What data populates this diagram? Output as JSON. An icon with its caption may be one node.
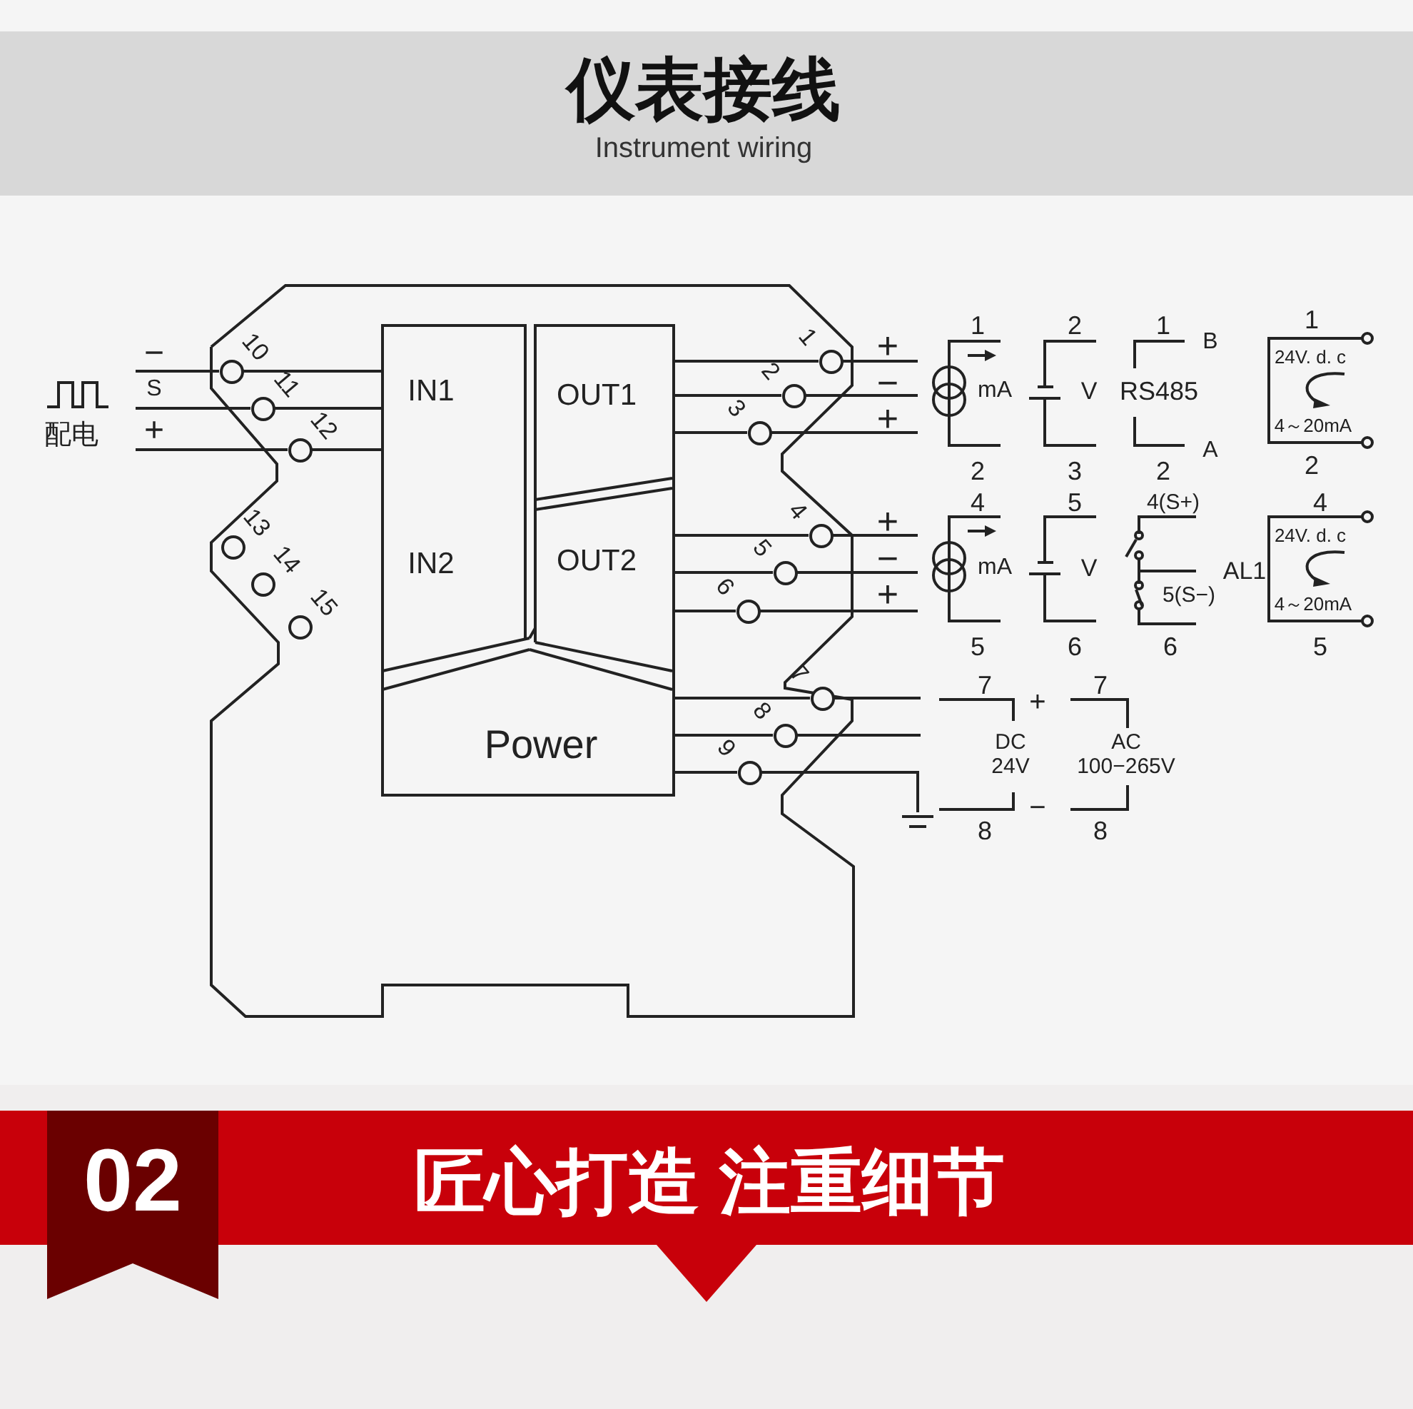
{
  "diagram": {
    "title": "仪表接线",
    "nodes": [
      {
        "text": [
          "IN1"
        ]
      },
      {
        "text": [
          "OUT1"
        ]
      },
      {
        "text": [
          "IN2"
        ]
      },
      {
        "text": [
          "OUT2"
        ]
      },
      {
        "text": [
          "Power"
        ]
      },
      {
        "text": [],
        "shape": "circle",
        "beside": [
          "1"
        ]
      },
      {
        "text": [],
        "shape": "circle",
        "beside": [
          "2"
        ]
      },
      {
        "text": [],
        "shape": "circle",
        "beside": [
          "3"
        ]
      },
      {
        "text": [],
        "shape": "circle",
        "beside": [
          "4"
        ]
      },
      {
        "text": [],
        "shape": "circle",
        "beside": [
          "5"
        ]
      },
      {
        "text": [],
        "shape": "circle",
        "beside": [
          "6"
        ]
      },
      {
        "text": [],
        "shape": "circle",
        "beside": [
          "7"
        ]
      },
      {
        "text": [],
        "shape": "circle",
        "beside": [
          "8"
        ]
      },
      {
        "text": [],
        "shape": "circle",
        "beside": [
          "9"
        ]
      },
      {
        "text": [],
        "shape": "circle",
        "beside": [
          "10"
        ]
      },
      {
        "text": [],
        "shape": "circle",
        "beside": [
          "11"
        ]
      },
      {
        "text": [],
        "shape": "circle",
        "beside": [
          "12"
        ]
      },
      {
        "text": [],
        "shape": "circle",
        "beside": [
          "13"
        ]
      },
      {
        "text": [],
        "shape": "circle",
        "beside": [
          "14"
        ]
      },
      {
        "text": [],
        "shape": "circle",
        "beside": [
          "15"
        ]
      },
      {
        "text": [],
        "shape": "ground"
      },
      {
        "text": [
          "−"
        ]
      },
      {
        "text": [
          "S"
        ]
      },
      {
        "text": [
          "+"
        ]
      },
      {
        "text": [
          "+"
        ]
      },
      {
        "text": [
          "−"
        ]
      },
      {
        "text": [
          "+"
        ]
      },
      {
        "text": [
          "+"
        ]
      },
      {
        "text": [
          "−"
        ]
      },
      {
        "text": [
          "+"
        ]
      }
    ],
    "edges": [
      {
        "from": 0,
        "to": 14,
        "arrow": "none"
      },
      {
        "from": 0,
        "to": 15,
        "arrow": "none"
      },
      {
        "from": 0,
        "to": 16,
        "arrow": "none"
      },
      {
        "from": 1,
        "to": 5,
        "arrow": "none"
      },
      {
        "from": 1,
        "to": 6,
        "arrow": "none"
      },
      {
        "from": 1,
        "to": 7,
        "arrow": "none"
      },
      {
        "from": 3,
        "to": 8,
        "arrow": "none"
      },
      {
        "from": 3,
        "to": 9,
        "arrow": "none"
      },
      {
        "from": 3,
        "to": 10,
        "arrow": "none"
      },
      {
        "from": 4,
        "to": 11,
        "arrow": "none"
      },
      {
        "from": 4,
        "to": 12,
        "arrow": "none"
      },
      {
        "from": 4,
        "to": 13,
        "arrow": "none"
      },
      {
        "from": 13,
        "to": 20,
        "arrow": "none"
      },
      {
        "from": 21,
        "to": 14,
        "arrow": "none"
      },
      {
        "from": 22,
        "to": 15,
        "arrow": "none"
      },
      {
        "from": 23,
        "to": 16,
        "arrow": "none"
      },
      {
        "from": 5,
        "to": 24,
        "arrow": "none"
      },
      {
        "from": 6,
        "to": 25,
        "arrow": "none"
      },
      {
        "from": 7,
        "to": 26,
        "arrow": "none"
      },
      {
        "from": 8,
        "to": 27,
        "arrow": "none"
      },
      {
        "from": 9,
        "to": 28,
        "arrow": "none"
      },
      {
        "from": 10,
        "to": 29,
        "arrow": "none"
      }
    ],
    "labels": [
      "Instrument wiring",
      "配电",
      "1",
      "mA",
      "2",
      "2",
      "V",
      "3",
      "1",
      "B",
      "RS485",
      "2",
      "A",
      "1",
      "24V. d. c",
      "4～20mA",
      "2",
      "4",
      "mA",
      "5",
      "5",
      "V",
      "6",
      "4(S+)",
      "AL1",
      "5(S−)",
      "6",
      "4",
      "24V. d. c",
      "4～20mA",
      "5",
      "7",
      "+",
      "DC 24V",
      "−",
      "8",
      "7",
      "AC 100−265V",
      "8",
      "02",
      "匠心打造 注重细节"
    ]
  }
}
